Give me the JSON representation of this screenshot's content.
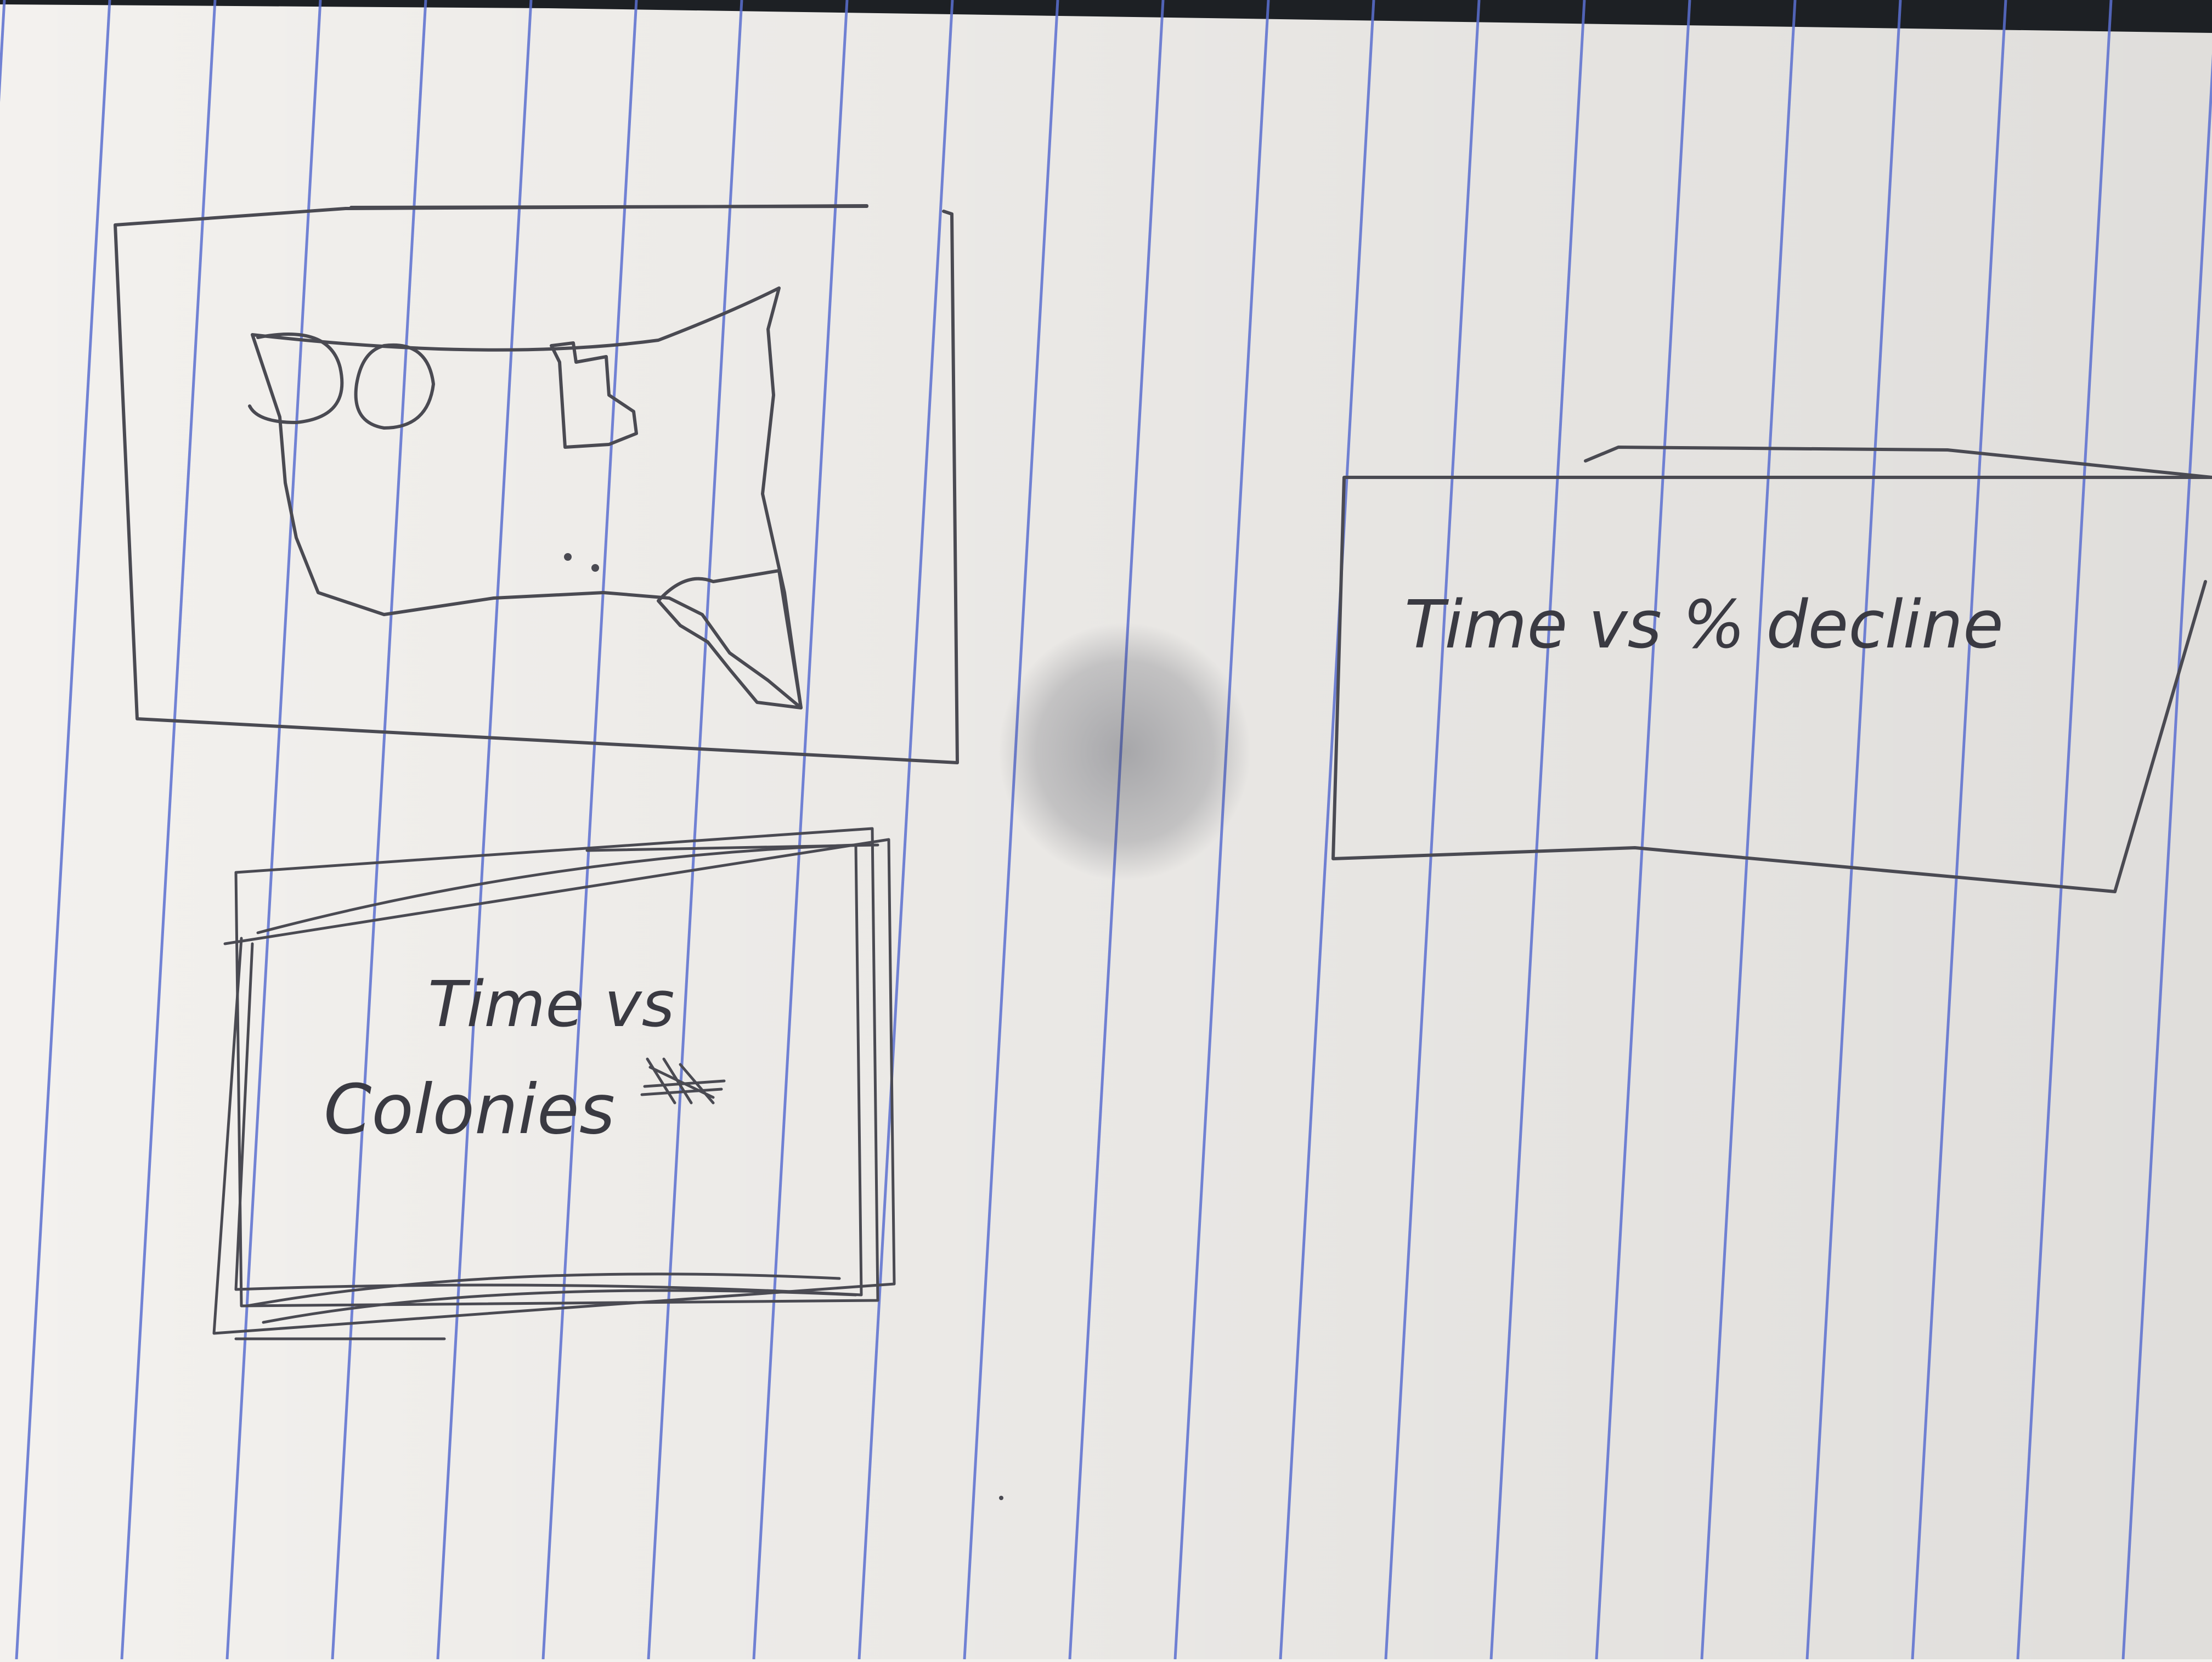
{
  "panels": [
    {
      "id": "map-panel",
      "content": "map sketch"
    },
    {
      "id": "colonies-panel",
      "label_line1": "Time vs",
      "label_line2": "Colonies"
    },
    {
      "id": "decline-panel",
      "label": "Time vs % decline"
    }
  ],
  "colors": {
    "paper": "#f3f1ee",
    "rule_line": "#5b6fd0",
    "pencil": "#4a4a52",
    "shadow": "#2b2e3a",
    "dark_top": "#1d2024"
  }
}
